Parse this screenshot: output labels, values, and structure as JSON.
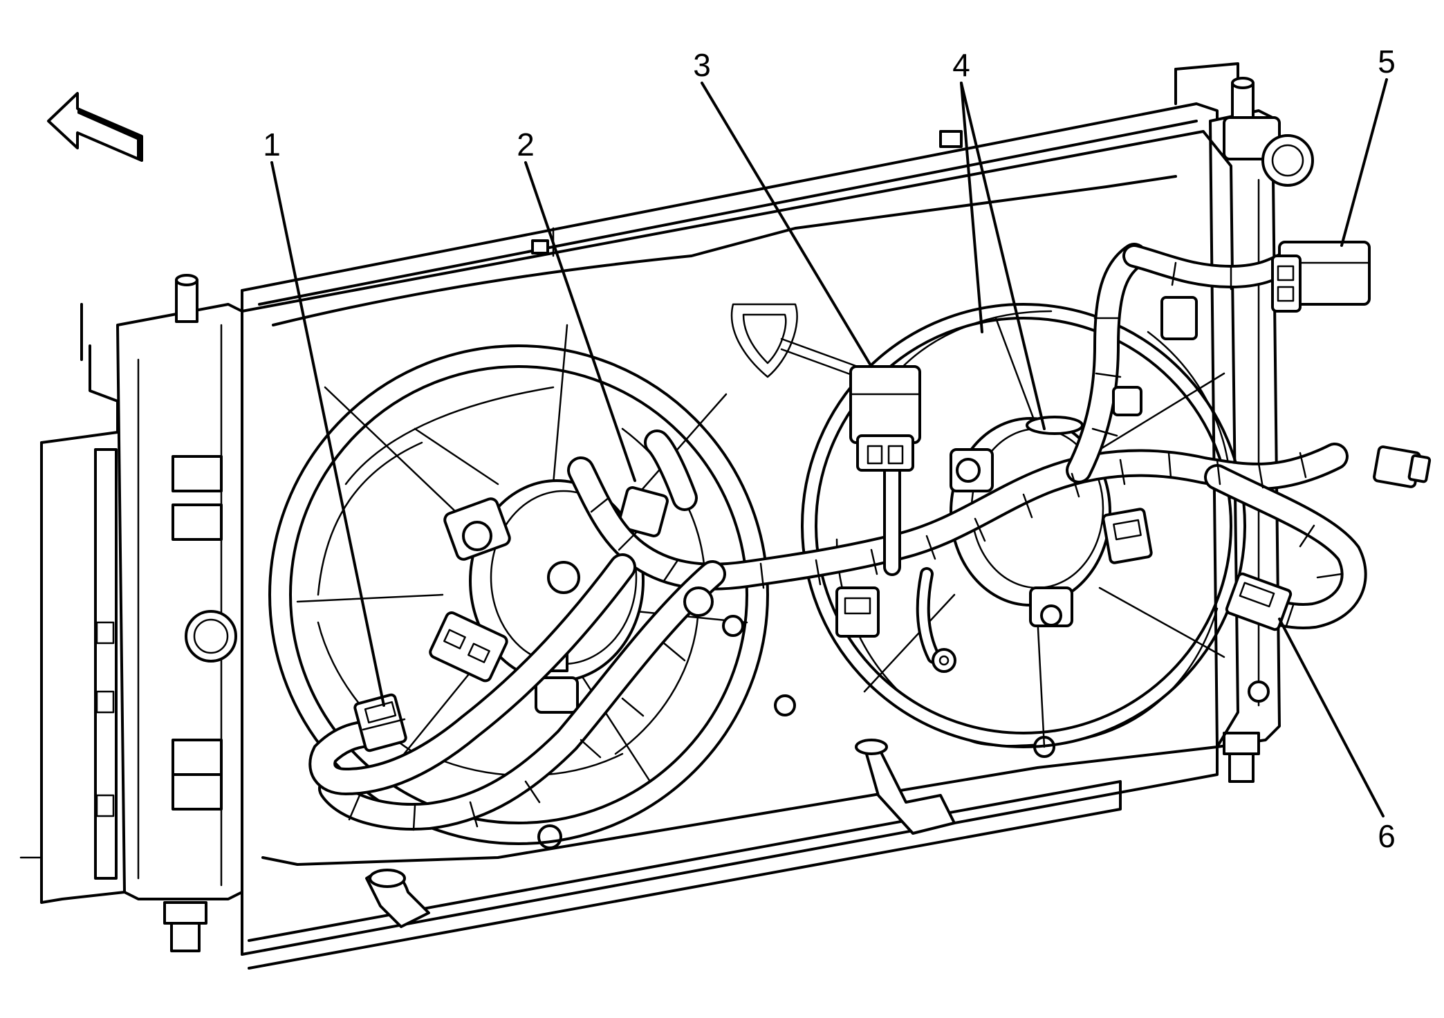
{
  "callouts": [
    {
      "id": "1",
      "text": "1"
    },
    {
      "id": "2",
      "text": "2"
    },
    {
      "id": "3",
      "text": "3"
    },
    {
      "id": "4",
      "text": "4"
    },
    {
      "id": "5",
      "text": "5"
    },
    {
      "id": "6",
      "text": "6"
    }
  ],
  "icons": {
    "direction_arrow": "front-direction-arrow-icon"
  },
  "colors": {
    "ink": "#000000",
    "paper": "#ffffff"
  }
}
